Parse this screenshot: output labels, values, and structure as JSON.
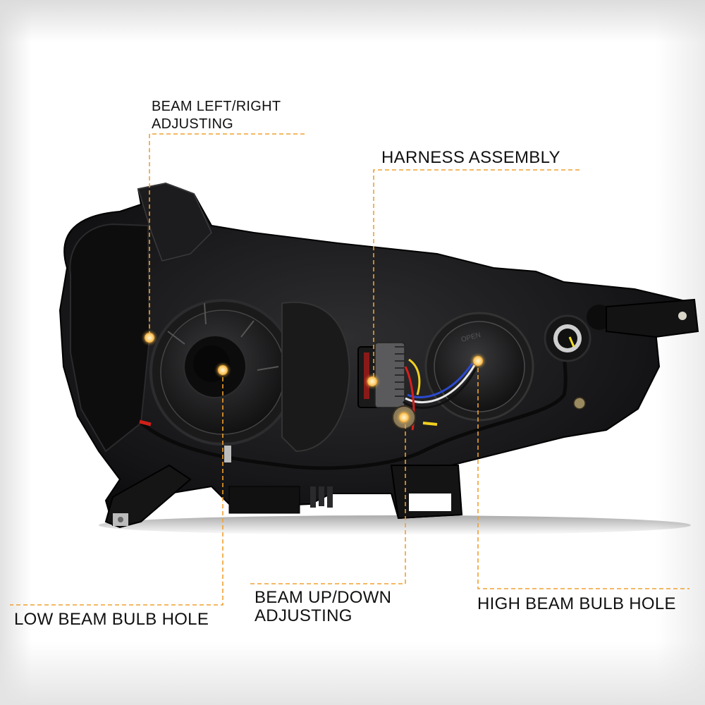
{
  "diagram": {
    "subject": "Headlamp assembly (rear view)",
    "accent_color": "#f0a030",
    "callouts": [
      {
        "id": "beam-left-right",
        "label_line1": "BEAM LEFT/RIGHT",
        "label_line2": "ADJUSTING",
        "dot": [
          212,
          479
        ]
      },
      {
        "id": "harness-assembly",
        "label_line1": "HARNESS ASSEMBLY",
        "dot": [
          528,
          541
        ]
      },
      {
        "id": "low-beam-bulb-hole",
        "label_line1": "LOW BEAM BULB HOLE",
        "dot": [
          316,
          525
        ]
      },
      {
        "id": "beam-up-down",
        "label_line1": "BEAM UP/DOWN",
        "label_line2": "ADJUSTING",
        "dot": [
          573,
          592
        ]
      },
      {
        "id": "high-beam-bulb-hole",
        "label_line1": "HIGH BEAM BULB HOLE",
        "dot": [
          678,
          512
        ]
      }
    ]
  }
}
